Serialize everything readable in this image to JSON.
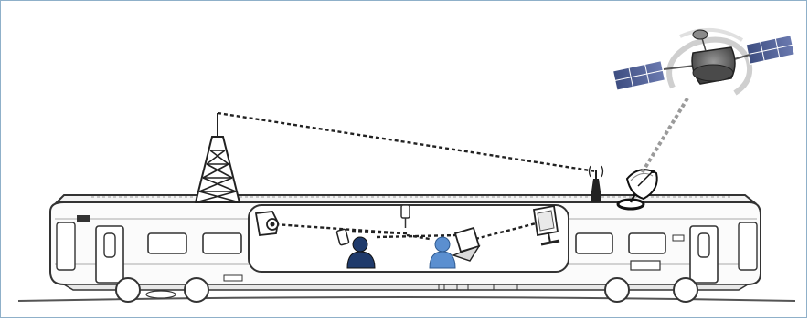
{
  "diagram": {
    "nodes": [
      {
        "id": "satellite",
        "icon": "satellite-icon"
      },
      {
        "id": "satellite-dish",
        "icon": "satellite-dish-icon"
      },
      {
        "id": "cell-tower",
        "icon": "cell-tower-icon"
      },
      {
        "id": "roof-antenna",
        "icon": "antenna-icon"
      },
      {
        "id": "wifi-access-point",
        "icon": "access-point-icon"
      },
      {
        "id": "camera",
        "icon": "camera-icon"
      },
      {
        "id": "passenger-phone",
        "icon": "user-phone-icon"
      },
      {
        "id": "passenger-laptop",
        "icon": "user-laptop-icon"
      },
      {
        "id": "display-screen",
        "icon": "monitor-icon"
      }
    ],
    "links": [
      {
        "from": "cell-tower",
        "to": "roof-antenna",
        "style": "dotted"
      },
      {
        "from": "satellite",
        "to": "satellite-dish",
        "style": "dashed-gray"
      },
      {
        "from": "wifi-access-point",
        "to": "camera",
        "style": "dotted"
      },
      {
        "from": "wifi-access-point",
        "to": "passenger-phone",
        "style": "dotted"
      },
      {
        "from": "wifi-access-point",
        "to": "passenger-laptop",
        "style": "dotted"
      },
      {
        "from": "wifi-access-point",
        "to": "display-screen",
        "style": "dotted"
      }
    ],
    "colors": {
      "frame": "#8fb0c9",
      "train_outline": "#333333",
      "solar_panel": "#4a5a8c",
      "satellite_body": "#6b6b6b",
      "user_dark": "#1f3a6b",
      "user_light": "#5b8fd0"
    }
  }
}
